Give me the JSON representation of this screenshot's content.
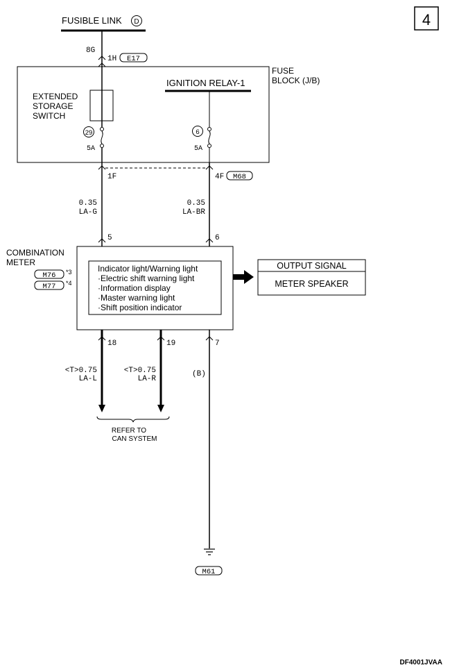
{
  "page_number": "4",
  "diagram_code": "DF4001JVAA",
  "fusible_link": {
    "label": "FUSIBLE LINK",
    "circled": "D",
    "terminal": "8G"
  },
  "connector_e17": {
    "pin": "1H",
    "name": "E17"
  },
  "fuse_block": {
    "label_line1": "FUSE",
    "label_line2": "BLOCK (J/B)"
  },
  "storage_switch": {
    "line1": "EXTENDED",
    "line2": "STORAGE",
    "line3": "SWITCH"
  },
  "ignition_relay": {
    "label": "IGNITION RELAY-1"
  },
  "fuse_29": {
    "number": "29",
    "rating": "5A"
  },
  "fuse_6": {
    "number": "6",
    "rating": "5A"
  },
  "connector_1f": {
    "pin": "1F"
  },
  "connector_m68": {
    "pin": "4F",
    "name": "M68"
  },
  "wire_left": {
    "gauge": "0.35",
    "color": "LA-G",
    "pin": "5"
  },
  "wire_right": {
    "gauge": "0.35",
    "color": "LA-BR",
    "pin": "6"
  },
  "combination_meter": {
    "line1": "COMBINATION",
    "line2": "METER",
    "connector_1": "M76",
    "note_1": "*3",
    "connector_2": "M77",
    "note_2": "*4",
    "functions": [
      "Indicator light/Warning light",
      "·Electric shift warning light",
      "·Information display",
      "·Master warning light",
      "·Shift position indicator"
    ]
  },
  "output_signal": {
    "header": "OUTPUT SIGNAL",
    "item": "METER SPEAKER"
  },
  "can_wire_l": {
    "pin": "18",
    "gauge": "<T>0.75",
    "color": "LA-L"
  },
  "can_wire_r": {
    "pin": "19",
    "gauge": "<T>0.75",
    "color": "LA-R"
  },
  "ground_wire": {
    "pin": "7",
    "color": "(B)"
  },
  "can_reference": {
    "line1": "REFER TO",
    "line2": "CAN SYSTEM"
  },
  "ground": {
    "connector": "M61"
  }
}
